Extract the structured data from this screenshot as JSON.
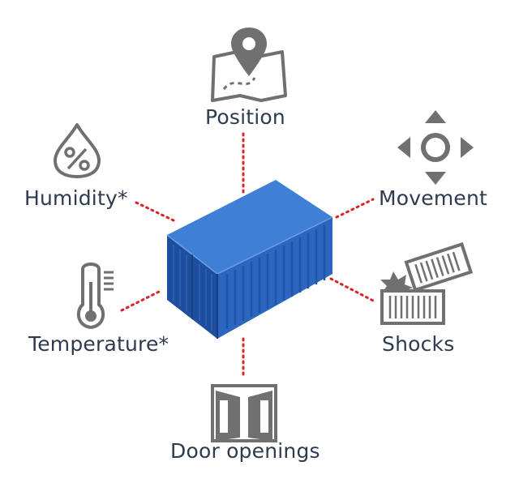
{
  "diagram": {
    "center": {
      "name": "shipping-container"
    },
    "colors": {
      "icon": "#707070",
      "connector": "#d8232a",
      "label": "#2e3b4e",
      "container_front": "#1f55a8",
      "container_side": "#2d68c4",
      "container_top": "#3f7fd6"
    },
    "sensors": [
      {
        "id": "position",
        "label": "Position",
        "icon": "map-pin-icon"
      },
      {
        "id": "humidity",
        "label": "Humidity*",
        "icon": "water-drop-percent-icon"
      },
      {
        "id": "movement",
        "label": "Movement",
        "icon": "direction-arrows-icon"
      },
      {
        "id": "temperature",
        "label": "Temperature*",
        "icon": "thermometer-icon"
      },
      {
        "id": "shocks",
        "label": "Shocks",
        "icon": "colliding-containers-icon"
      },
      {
        "id": "door",
        "label": "Door openings",
        "icon": "double-door-icon"
      }
    ]
  }
}
